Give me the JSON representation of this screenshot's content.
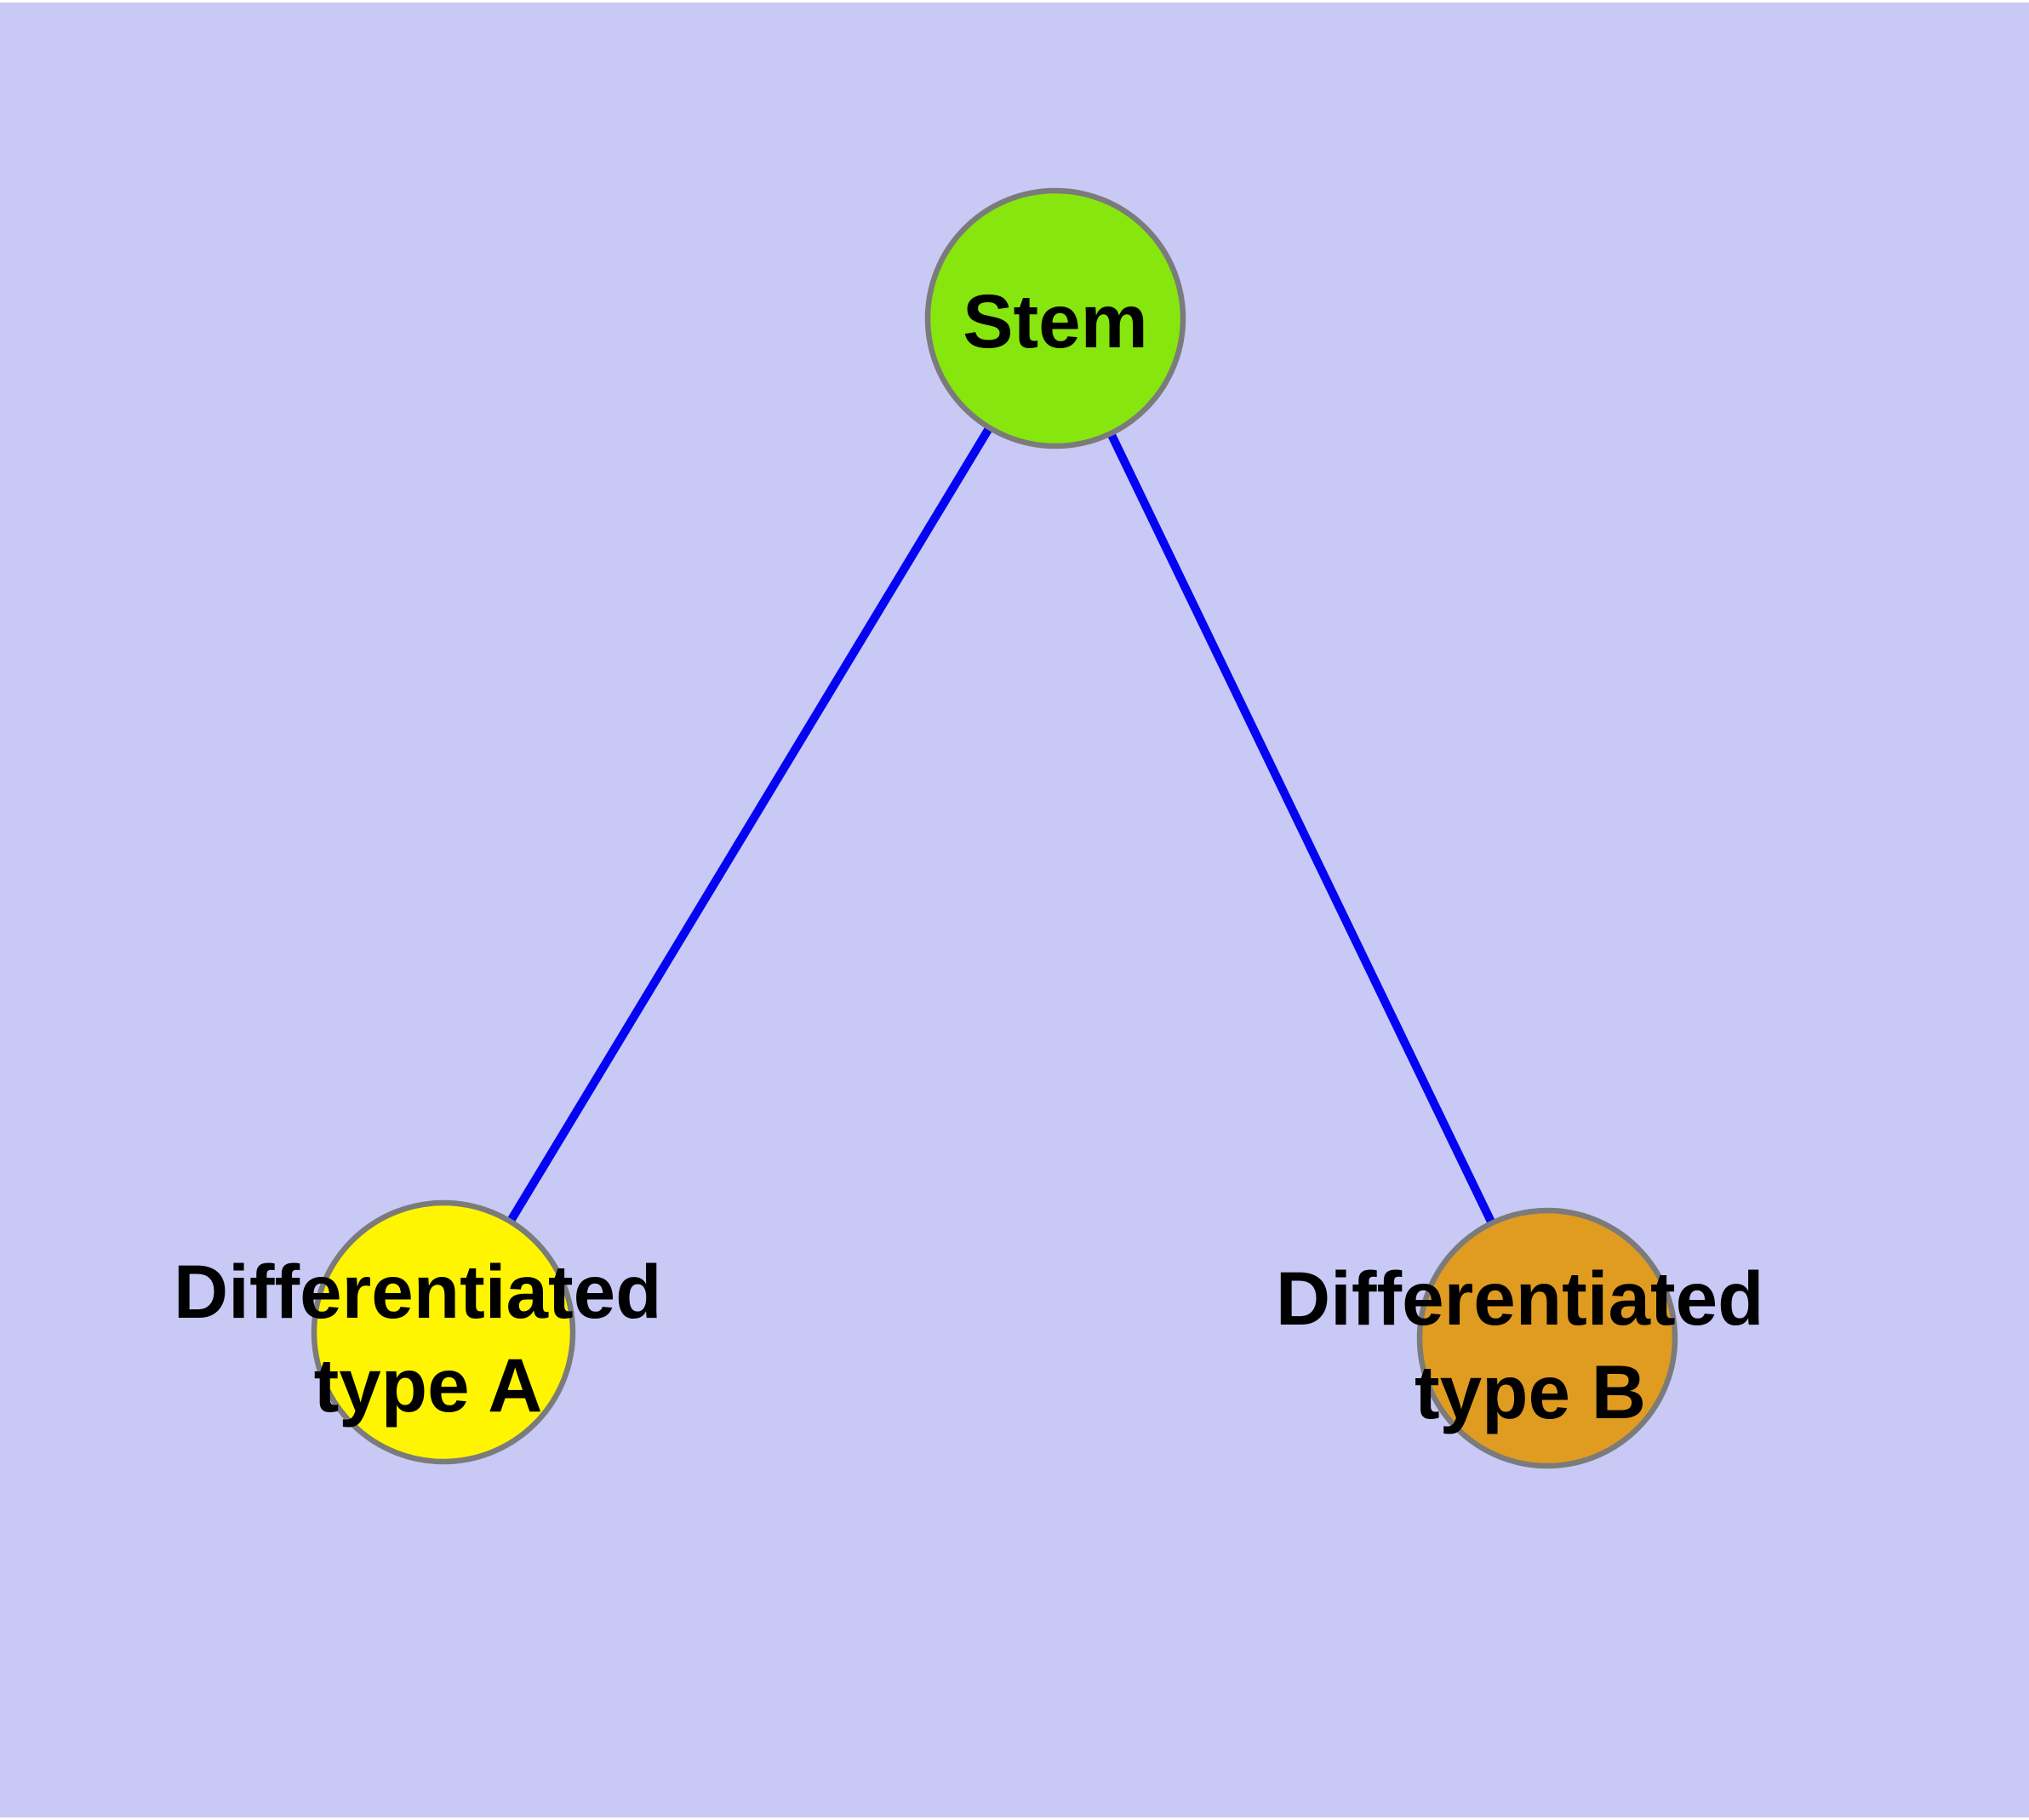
{
  "canvas": {
    "frame_color": "#ffffff",
    "background_color": "#c9c9f6"
  },
  "graph": {
    "type": "node-link-diagram",
    "edge_color": "#0404f2",
    "node_border_color": "#7b7b7b",
    "label_color": "#000000",
    "nodes": [
      {
        "id": "stem",
        "label": "Stem",
        "fill_color": "#86e60e"
      },
      {
        "id": "differentiated-type-a",
        "label_line1": "Differentiated",
        "label_line2": "type A",
        "fill_color": "#fff500"
      },
      {
        "id": "differentiated-type-b",
        "label_line1": "Differentiated",
        "label_line2": "type B",
        "fill_color": "#e09c20"
      }
    ],
    "edges": [
      {
        "from": "Stem",
        "to": "Differentiated type A"
      },
      {
        "from": "Stem",
        "to": "Differentiated type B"
      }
    ]
  }
}
